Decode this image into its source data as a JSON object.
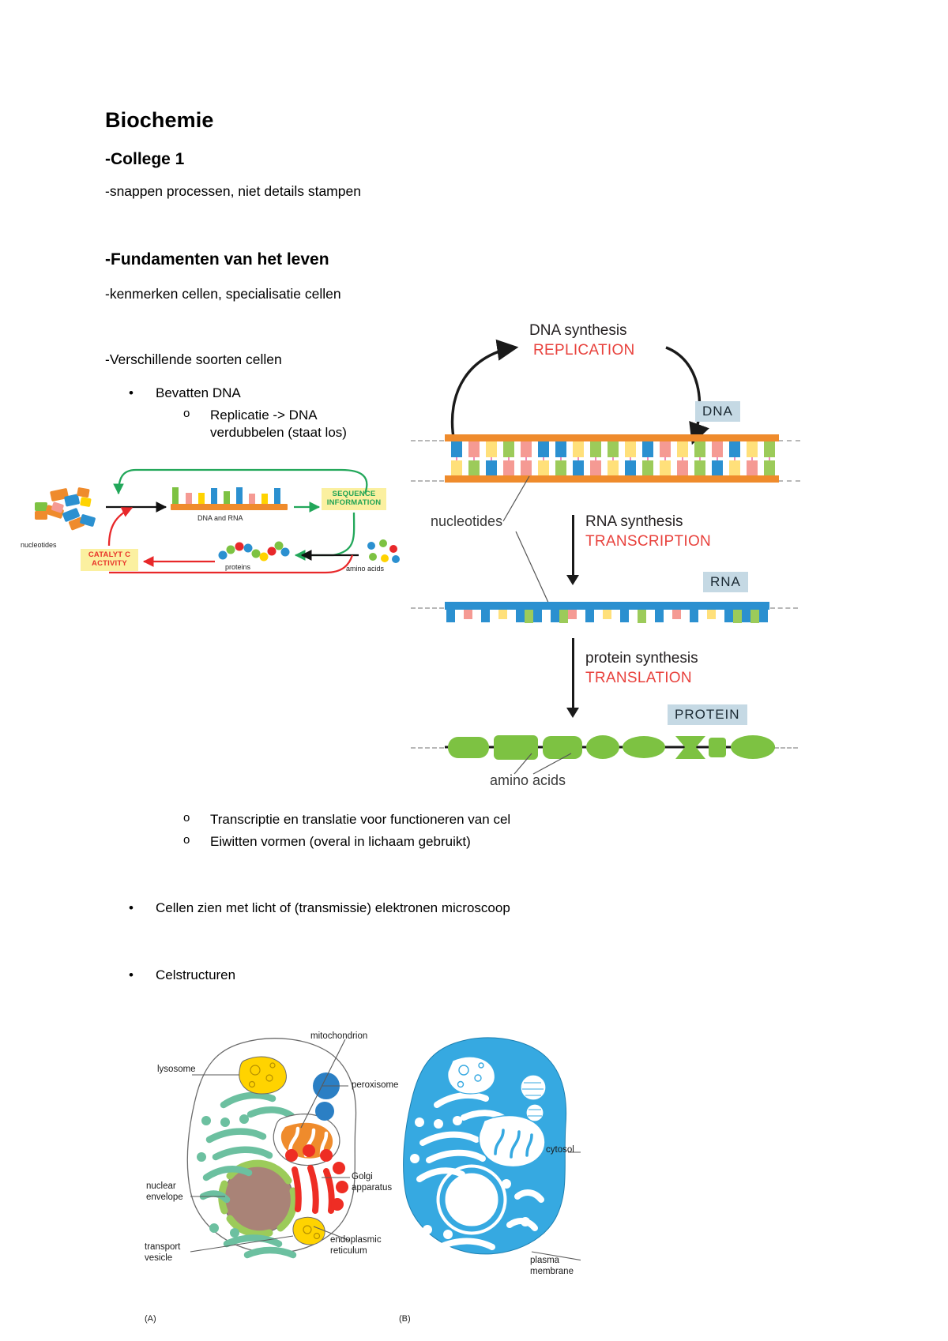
{
  "document": {
    "title": "Biochemie",
    "section_lecture": "-College 1",
    "note_lecture": "-snappen processen, niet details stampen",
    "section_fundamenten": "-Fundamenten van het leven",
    "note_kenmerken": "-kenmerken cellen, specialisatie cellen",
    "section_celltypes": "-Verschillende soorten cellen"
  },
  "bullets": {
    "disc_mark": "•",
    "circle_mark": "o",
    "bevatten_dna": "Bevatten DNA",
    "replicatie_line1": "Replicatie -> DNA",
    "replicatie_line2": "verdubbelen (staat los)",
    "transcriptie": "Transcriptie en translatie voor functioneren van cel",
    "eiwitten": "Eiwitten vormen (overal in lichaam gebruikt)",
    "microscoop": "Cellen zien met licht of (transmissie) elektronen microscoop",
    "celstructuren": "Celstructuren"
  },
  "figure_cycle": {
    "label_nucleotides": "nucleotides",
    "label_dna_and_rna": "DNA and RNA",
    "label_proteins": "proteins",
    "label_amino_acids": "amino acids",
    "box_sequence_line1": "SEQUENCE",
    "box_sequence_line2": "INFORMATION",
    "box_catalytic_line1": "CATALYT C",
    "box_catalytic_line2": "ACTIVITY",
    "colors": {
      "green_arrow": "#22a75a",
      "red_arrow": "#e8282a",
      "black_arrow": "#111111",
      "yellow_box": "#fbf0a0",
      "dna_backbone": "#ef8b2c"
    }
  },
  "figure_dogma": {
    "replication_black": "DNA synthesis",
    "replication_red": "REPLICATION",
    "transcription_black": "RNA synthesis",
    "transcription_red": "TRANSCRIPTION",
    "translation_black": "protein synthesis",
    "translation_red": "TRANSLATION",
    "tag_dna": "DNA",
    "tag_rna": "RNA",
    "tag_protein": "PROTEIN",
    "label_nucleotides": "nucleotides",
    "label_amino_acids": "amino acids",
    "colors": {
      "red_text": "#e8413c",
      "tag_background": "#c5d9e4",
      "dna_backbone": "#ef8b2c",
      "rna_backbone": "#2b90d0",
      "protein_green": "#7dc242"
    }
  },
  "figure_cells": {
    "panel_a_id": "(A)",
    "panel_b_id": "(B)",
    "label_lysosome": "lysosome",
    "label_mitochondrion": "mitochondrion",
    "label_peroxisome": "peroxisome",
    "label_nuclear_env_line1": "nuclear",
    "label_nuclear_env_line2": "envelope",
    "label_golgi_line1": "Golgi",
    "label_golgi_line2": "apparatus",
    "label_transport_line1": "transport",
    "label_transport_line2": "vesicle",
    "label_er_line1": "endoplasmic",
    "label_er_line2": "reticulum",
    "label_cytosol": "cytosol",
    "label_plasma_line1": "plasma",
    "label_plasma_line2": "membrane",
    "colors": {
      "cytosol_blue": "#36a9e1",
      "er_green": "#6cc0a0",
      "golgi_red": "#ee2d24",
      "lysosome_yellow": "#ffd300",
      "mito_orange": "#ef8b2c",
      "peroxisome_blue": "#2b7fc4",
      "nucleus_brown": "#a98377"
    }
  }
}
